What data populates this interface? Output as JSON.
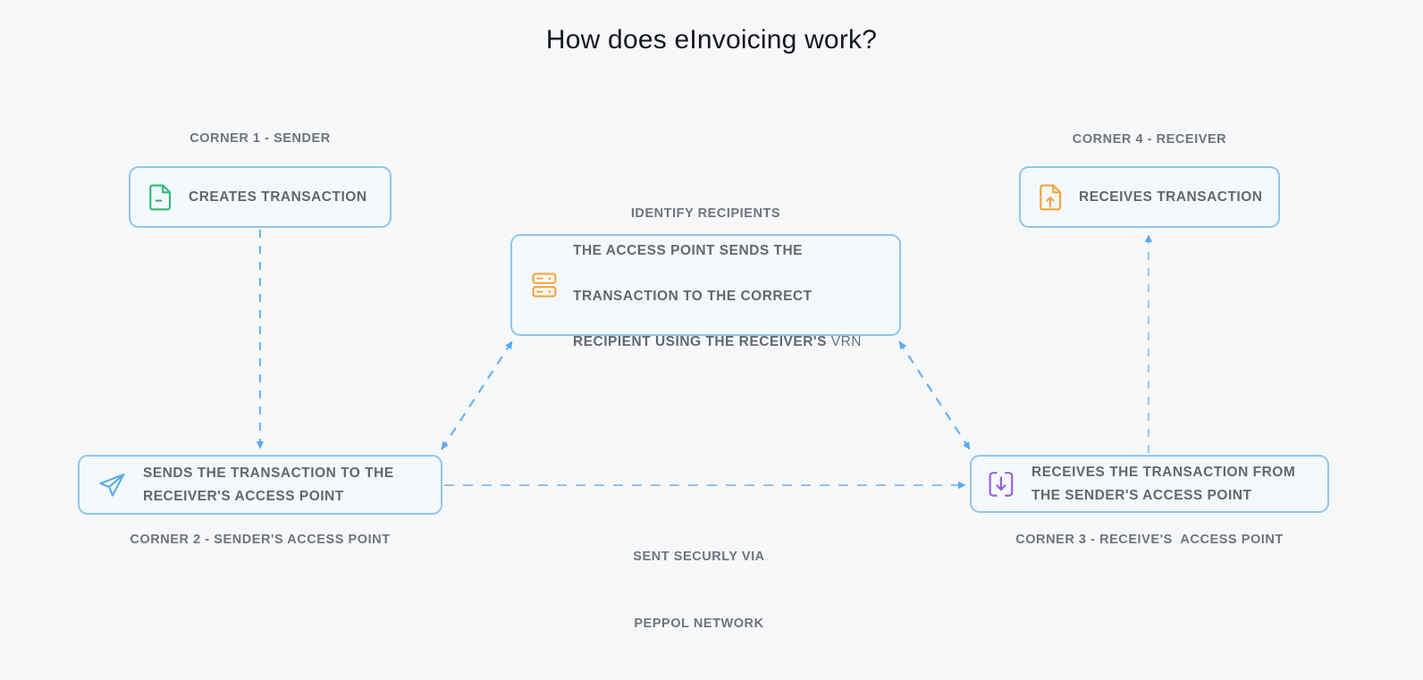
{
  "page": {
    "title": "How does eInvoicing work?",
    "background_color": "#f7f8fa",
    "accent_color": "#5aaaf0",
    "box_border_color": "#8fc6ef",
    "box_fill_color": "#f4f9fd",
    "caption_color": "#6d7480",
    "body_text_color": "#62686f"
  },
  "nodes": {
    "sender": {
      "caption": "CORNER 1 - SENDER",
      "label": "CREATES TRANSACTION",
      "icon": "file-document-icon",
      "icon_color": "#2ebd74"
    },
    "receiver": {
      "caption": "CORNER 4 - RECEIVER",
      "label": "RECEIVES TRANSACTION",
      "icon": "file-upload-icon",
      "icon_color": "#f5a councils"
    },
    "access_point": {
      "caption": "IDENTIFY RECIPIENTS",
      "label_line1": "THE ACCESS POINT SENDS THE",
      "label_line2": "TRANSACTION TO THE CORRECT",
      "label_line3": "RECIPIENT USING THE RECEIVER'S ",
      "label_line3_tail": "VRN",
      "icon": "server-icon",
      "icon_color": "#f5a33c"
    },
    "sender_access_point": {
      "caption": "CORNER 2 - SENDER'S ACCESS POINT",
      "label": "SENDS THE TRANSACTION TO THE\nRECEIVER'S ACCESS POINT",
      "icon": "send-paper-plane-icon",
      "icon_color": "#5aaaf0"
    },
    "receiver_access_point": {
      "caption": "CORNER 3 - RECEIVE'S  ACCESS POINT",
      "label": "RECEIVES THE TRANSACTION FROM\nTHE SENDER'S ACCESS POINT",
      "icon": "download-box-icon",
      "icon_color": "#9b5de5"
    }
  },
  "edges": {
    "network_note_line1": "SENT SECURLY VIA",
    "network_note_line2": "PEPPOL NETWORK"
  }
}
